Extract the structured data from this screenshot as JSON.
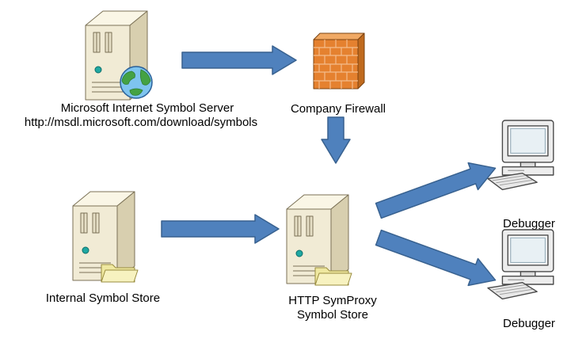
{
  "diagram": {
    "background": "#ffffff",
    "arrow_color": "#4f81bd",
    "arrow_border": "#38618f",
    "nodes": {
      "internet_symbol_server": {
        "label": "Microsoft Internet Symbol Server",
        "url": "http://msdl.microsoft.com/download/symbols",
        "icon": "server-tower-with-globe"
      },
      "company_firewall": {
        "label": "Company Firewall",
        "icon": "brick-firewall"
      },
      "internal_symbol_store": {
        "label": "Internal Symbol Store",
        "icon": "server-tower-with-folder"
      },
      "symproxy_symbol_store": {
        "label_line1": "HTTP SymProxy",
        "label_line2": "Symbol Store",
        "icon": "server-tower-with-folder"
      },
      "debugger_top": {
        "label": "Debugger",
        "icon": "desktop-computer"
      },
      "debugger_bottom": {
        "label": "Debugger",
        "icon": "desktop-computer"
      }
    },
    "edges": [
      {
        "from": "internet_symbol_server",
        "to": "company_firewall"
      },
      {
        "from": "company_firewall",
        "to": "symproxy_symbol_store"
      },
      {
        "from": "internal_symbol_store",
        "to": "symproxy_symbol_store"
      },
      {
        "from": "symproxy_symbol_store",
        "to": "debugger_top"
      },
      {
        "from": "symproxy_symbol_store",
        "to": "debugger_bottom"
      }
    ]
  }
}
